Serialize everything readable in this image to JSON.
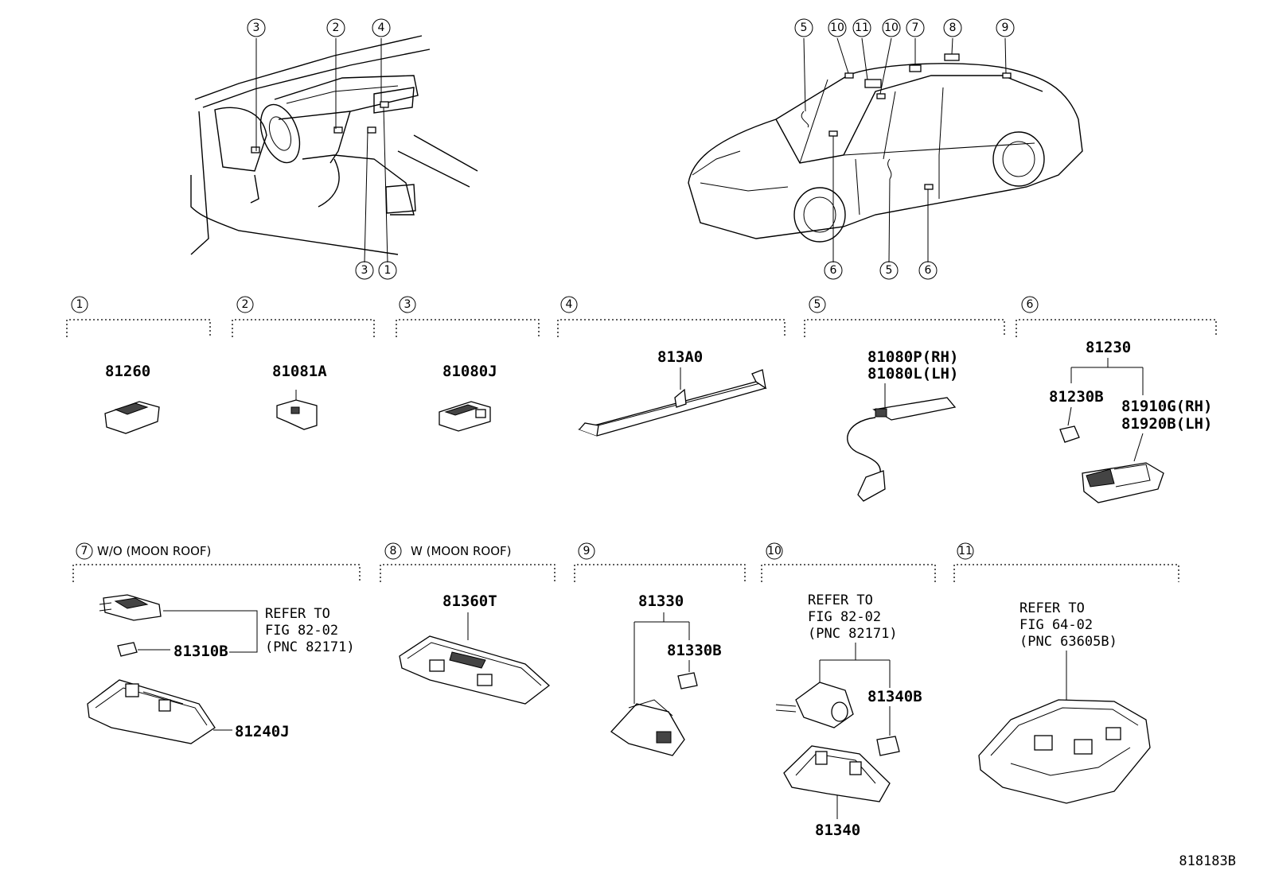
{
  "diagram_code": "818183B",
  "callout_markers": {
    "dash_top": [
      "3",
      "2",
      "4"
    ],
    "dash_bottom": [
      "3",
      "1"
    ],
    "car_top": [
      "5",
      "10",
      "11",
      "10",
      "7",
      "8",
      "9"
    ],
    "car_bottom": [
      "6",
      "5",
      "6"
    ]
  },
  "sections": [
    {
      "num": "1",
      "parts": [
        "81260"
      ]
    },
    {
      "num": "2",
      "parts": [
        "81081A"
      ]
    },
    {
      "num": "3",
      "parts": [
        "81080J"
      ]
    },
    {
      "num": "4",
      "parts": [
        "813A0"
      ]
    },
    {
      "num": "5",
      "parts": [
        "81080P(RH)",
        "81080L(LH)"
      ]
    },
    {
      "num": "6",
      "parts": [
        "81230",
        "81230B",
        "81910G(RH)",
        "81920B(LH)"
      ]
    },
    {
      "num": "7",
      "caption": "W/O (MOON ROOF)",
      "parts": [
        "81310B",
        "81240J"
      ],
      "refer": [
        "REFER TO",
        "FIG 82-02",
        "(PNC 82171)"
      ]
    },
    {
      "num": "8",
      "caption": "W (MOON ROOF)",
      "parts": [
        "81360T"
      ]
    },
    {
      "num": "9",
      "parts": [
        "81330",
        "81330B"
      ]
    },
    {
      "num": "10",
      "parts": [
        "81340B",
        "81340"
      ],
      "refer": [
        "REFER TO",
        "FIG 82-02",
        "(PNC 82171)"
      ]
    },
    {
      "num": "11",
      "refer": [
        "REFER TO",
        "FIG 64-02",
        "(PNC 63605B)"
      ]
    }
  ]
}
